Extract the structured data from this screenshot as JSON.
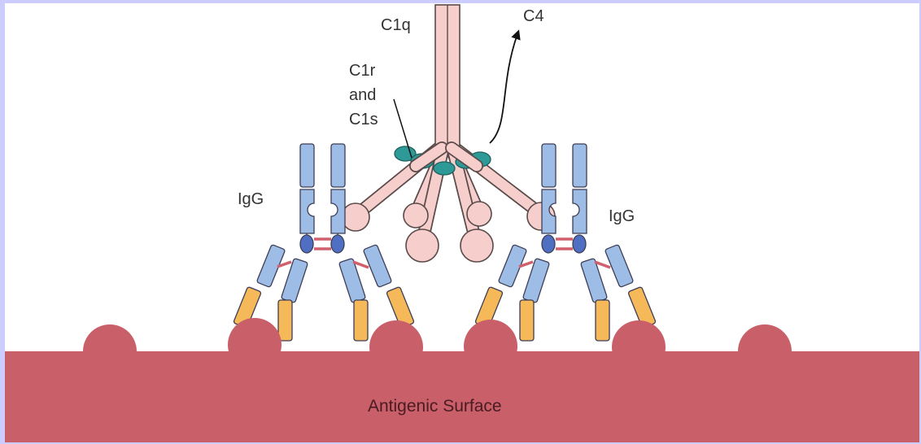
{
  "labels": {
    "c1q": "C1q",
    "c4": "C4",
    "c1r_line1": "C1r",
    "c1r_line2": "and",
    "c1r_line3": "C1s",
    "igg_left": "IgG",
    "igg_right": "IgG",
    "surface": "Antigenic Surface"
  },
  "colors": {
    "page_border": "#ccccff",
    "background": "#ffffff",
    "surface": "#c95f69",
    "c1q": "#f6cfcc",
    "c1q_outline": "#5a4a4a",
    "c1rs": "#2e9a98",
    "igg_chain": "#9ebde6",
    "igg_hinge": "#4f6fc2",
    "igg_fc": "#f5b95a",
    "disulfide": "#d0606e",
    "outline": "#3d3d55"
  },
  "icons": {
    "c4_arrow": "curved-arrow-icon"
  }
}
